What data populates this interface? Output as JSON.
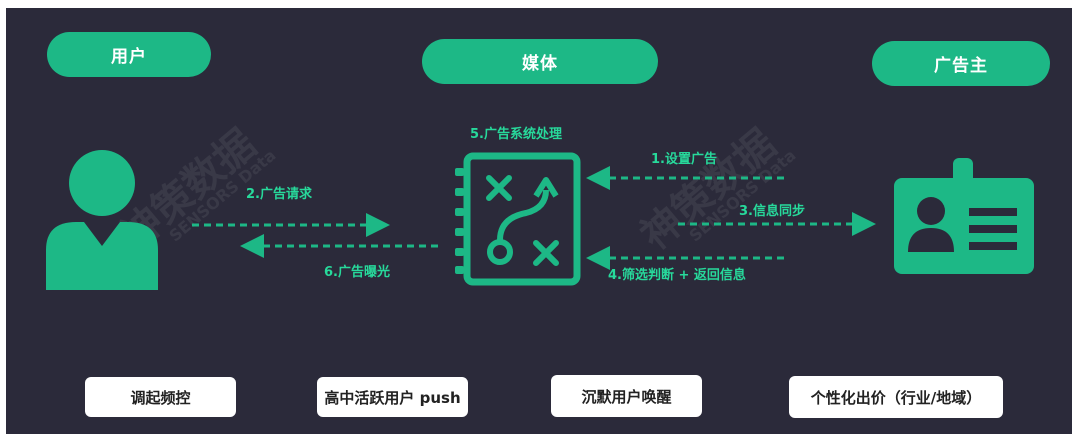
{
  "colors": {
    "background": "#2b2a3a",
    "accent": "#1db886",
    "label": "#27d99b",
    "card": "#ffffff"
  },
  "actors": {
    "user": {
      "label": "用户",
      "icon": "person-icon"
    },
    "media": {
      "label": "媒体",
      "icon": "strategy-board-icon"
    },
    "advertiser": {
      "label": "广告主",
      "icon": "id-badge-icon"
    }
  },
  "steps": {
    "s1": "1.设置广告",
    "s2": "2.广告请求",
    "s3": "3.信息同步",
    "s4": "4.筛选判断 + 返回信息",
    "s5": "5.广告系统处理",
    "s6": "6.广告曝光"
  },
  "bottom_cards": [
    "调起频控",
    "高中活跃用户 push",
    "沉默用户唤醒",
    "个性化出价（行业/地域）"
  ],
  "watermark": {
    "brand": "神策数据",
    "sub": "SENSORS Data"
  }
}
